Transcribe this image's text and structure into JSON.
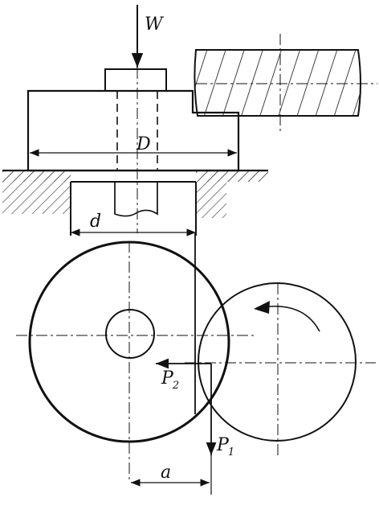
{
  "labels": {
    "load": "W",
    "large_diameter": "D",
    "small_diameter": "d",
    "force_one_main": "P",
    "force_one_sub": "1",
    "force_two_main": "P",
    "force_two_sub": "2",
    "offset": "a"
  },
  "colors": {
    "ink": "#111111",
    "paper": "#ffffff"
  }
}
